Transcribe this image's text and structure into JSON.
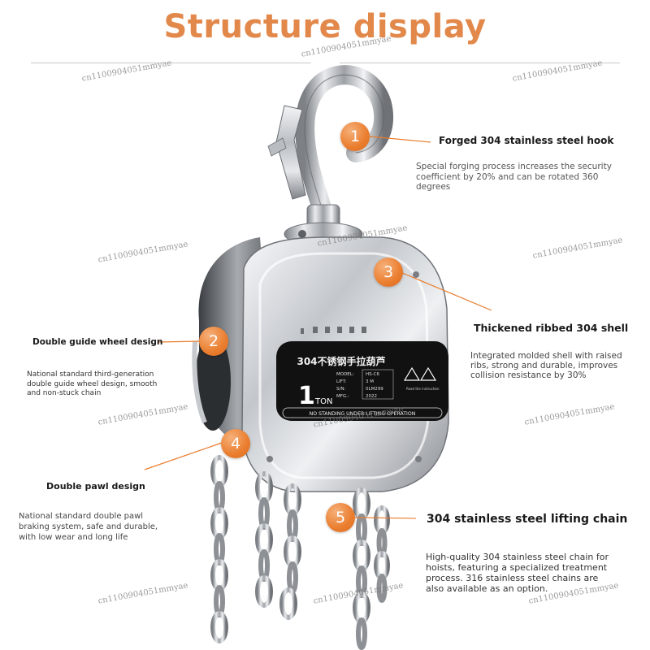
{
  "title": "Structure display",
  "plate": {
    "header": "304不锈钢手拉葫芦",
    "capacity_number": "1",
    "capacity_unit": "TON",
    "row_labels": [
      "MODEL:",
      "LIFT:",
      "S/N:",
      "MFG.:"
    ],
    "row_values": [
      "HS-C6",
      "3 M",
      "0LM299",
      "2022"
    ],
    "warning": "NO STANDING UNDER LIFTING OPERATION",
    "read_instruction": "Read the instruction"
  },
  "features": [
    {
      "number": "1",
      "title": "Forged 304 stainless steel hook",
      "desc": [
        "Special forging process increases the security",
        "coefficient by 20% and can be rotated 360",
        "degrees"
      ]
    },
    {
      "number": "2",
      "title": "Double guide wheel design",
      "desc": [
        "National standard third-generation",
        "double guide wheel design, smooth",
        "and non-stuck chain"
      ]
    },
    {
      "number": "3",
      "title": "Thickened ribbed 304 shell",
      "desc": [
        "Integrated molded shell with raised",
        "ribs, strong and durable, improves",
        "collision resistance by 30%"
      ]
    },
    {
      "number": "4",
      "title": "Double pawl design",
      "desc": [
        "National standard double pawl",
        "braking system, safe and durable,",
        "with low wear and long life"
      ]
    },
    {
      "number": "5",
      "title": "304 stainless steel lifting chain",
      "desc": [
        "High-quality 304 stainless steel chain for",
        "hoists, featuring a specialized treatment",
        "process. 316 stainless steel chains are",
        "also available as an option."
      ]
    }
  ],
  "watermark": "cn1100904051mmyae",
  "colors": {
    "accent": "#e2884a",
    "badge": "#ea7d2e",
    "plate": "#111111",
    "steel": "#c9ccd0"
  }
}
